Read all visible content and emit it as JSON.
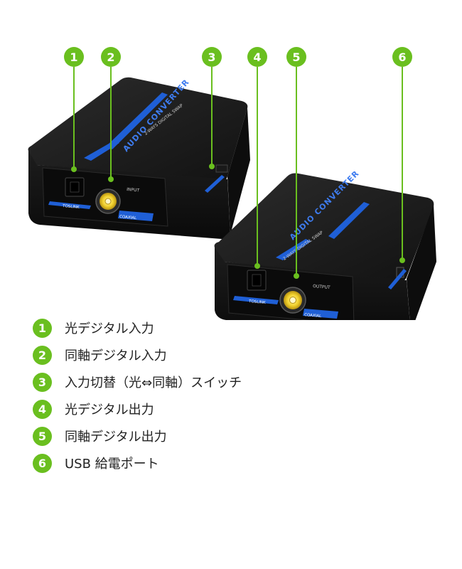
{
  "callouts": [
    {
      "number": "1",
      "text": "光デジタル入力"
    },
    {
      "number": "2",
      "text": "同軸デジタル入力"
    },
    {
      "number": "3",
      "text": "入力切替（光⇔同軸）スイッチ"
    },
    {
      "number": "4",
      "text": "光デジタル出力"
    },
    {
      "number": "5",
      "text": "同軸デジタル出力"
    },
    {
      "number": "6",
      "text": "USB 給電ポート"
    }
  ],
  "device_left": {
    "top_label": "AUDIO CONVERTER",
    "top_sublabel": "2-WAYS DIGITAL SWAP",
    "port_label_optical": "TOSLINK",
    "port_label_coaxial": "COAXIAL",
    "port_label_group": "INPUT"
  },
  "device_right": {
    "top_label": "AUDIO CONVERTER",
    "top_sublabel": "2-WAYS DIGITAL SWAP",
    "port_label_optical": "TOSLINK",
    "port_label_coaxial": "COAXIAL",
    "port_label_group": "OUTPUT"
  },
  "colors": {
    "badge": "#6abf1f",
    "device_body": "#151515",
    "accent_blue": "#1f5fd6",
    "rca_yellow": "#f2d22e"
  }
}
